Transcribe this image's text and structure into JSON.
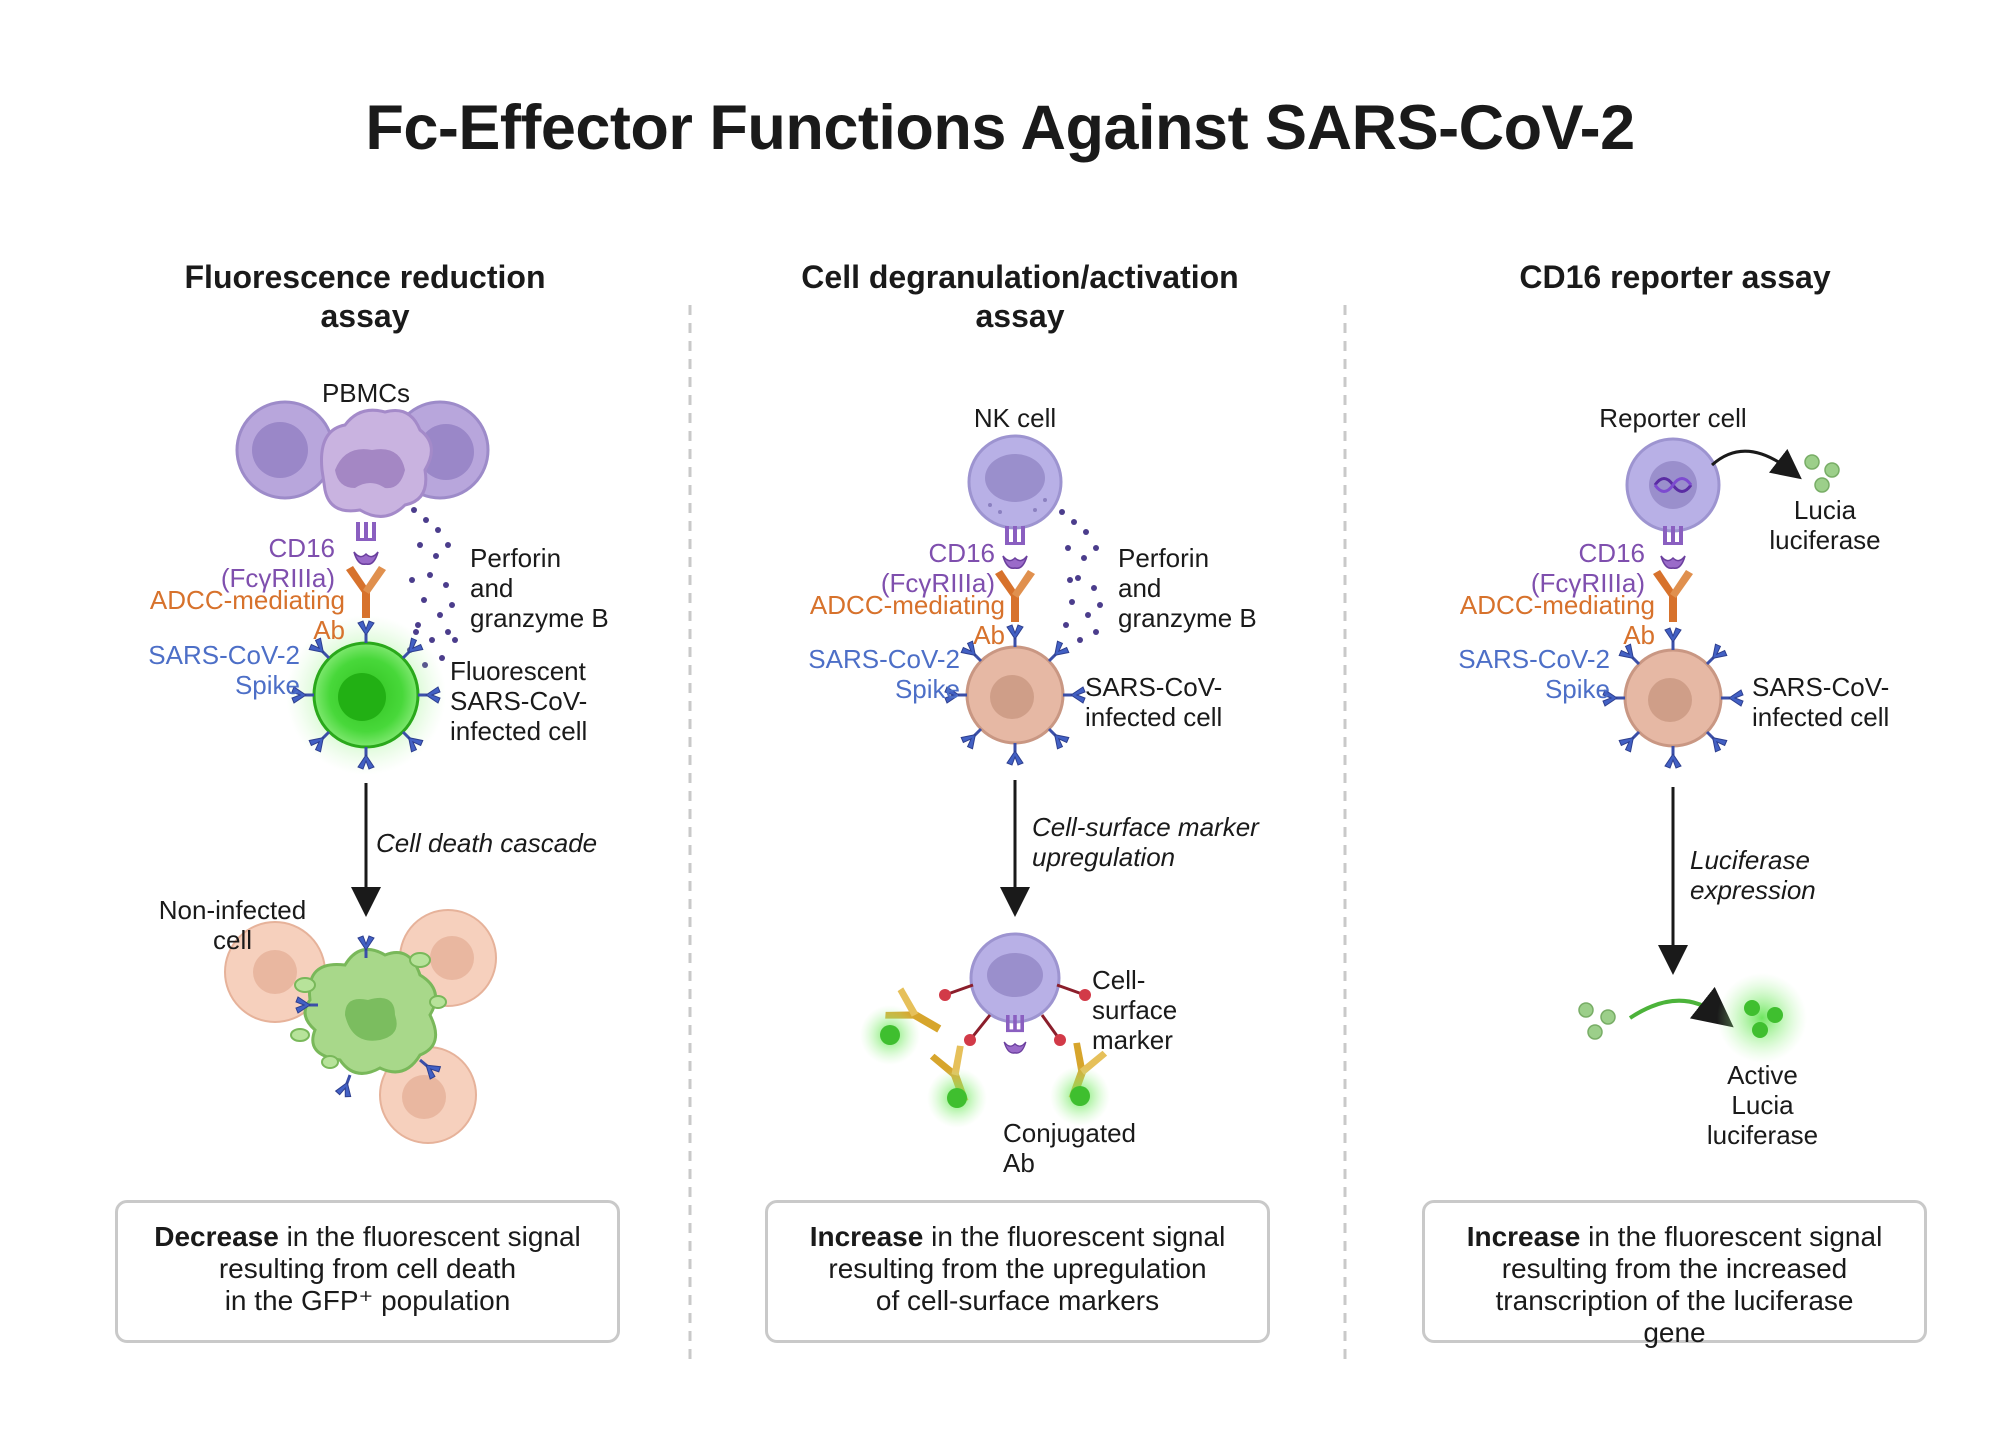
{
  "title": "Fc-Effector Functions Against SARS-CoV-2",
  "colors": {
    "purple": "#7f4fae",
    "orange": "#d7722c",
    "blue": "#4d6fc7",
    "green": "#3fcf2f",
    "cell_tan": "#e6b8a4",
    "box_border": "#c9c9c9"
  },
  "panels": [
    {
      "title_line1": "Fluorescence reduction",
      "title_line2": "assay",
      "effector_label": "PBMCs",
      "cd16_line1": "CD16",
      "cd16_line2": "(FcγRIIIa)",
      "ab_line1": "ADCC-mediating",
      "ab_line2": "Ab",
      "spike_line1": "SARS-CoV-2",
      "spike_line2": "Spike",
      "perforin_line1": "Perforin",
      "perforin_line2": "and",
      "perforin_line3": "granzyme B",
      "target_line1": "Fluorescent",
      "target_line2": "SARS-CoV-",
      "target_line3": "infected cell",
      "arrow_label": "Cell death cascade",
      "bottom_label_line1": "Non-infected",
      "bottom_label_line2": "cell",
      "result_bold": "Decrease",
      "result_line1": " in the fluorescent signal",
      "result_line2": "resulting from cell death",
      "result_line3": "in the GFP⁺ population"
    },
    {
      "title_line1": "Cell degranulation/activation",
      "title_line2": "assay",
      "effector_label": "NK cell",
      "cd16_line1": "CD16",
      "cd16_line2": "(FcγRIIIa)",
      "ab_line1": "ADCC-mediating",
      "ab_line2": "Ab",
      "spike_line1": "SARS-CoV-2",
      "spike_line2": "Spike",
      "perforin_line1": "Perforin",
      "perforin_line2": "and",
      "perforin_line3": "granzyme B",
      "target_line1": "SARS-CoV-",
      "target_line2": "infected cell",
      "arrow_label_line1": "Cell-surface marker",
      "arrow_label_line2": "upregulation",
      "marker_line1": "Cell-",
      "marker_line2": "surface",
      "marker_line3": "marker",
      "conj_line1": "Conjugated",
      "conj_line2": "Ab",
      "result_bold": "Increase",
      "result_line1": " in the fluorescent signal",
      "result_line2": "resulting from the upregulation",
      "result_line3": "of cell-surface markers"
    },
    {
      "title": "CD16 reporter assay",
      "effector_label": "Reporter cell",
      "lucia_line1": "Lucia",
      "lucia_line2": "luciferase",
      "cd16_line1": "CD16",
      "cd16_line2": "(FcγRIIIa)",
      "ab_line1": "ADCC-mediating",
      "ab_line2": "Ab",
      "spike_line1": "SARS-CoV-2",
      "spike_line2": "Spike",
      "target_line1": "SARS-CoV-",
      "target_line2": "infected cell",
      "arrow_label_line1": "Luciferase",
      "arrow_label_line2": "expression",
      "active_line1": "Active",
      "active_line2": "Lucia",
      "active_line3": "luciferase",
      "result_bold": "Increase",
      "result_line1": " in the fluorescent signal",
      "result_line2": "resulting from the increased",
      "result_line3": "transcription of the luciferase",
      "result_line4": "gene"
    }
  ]
}
